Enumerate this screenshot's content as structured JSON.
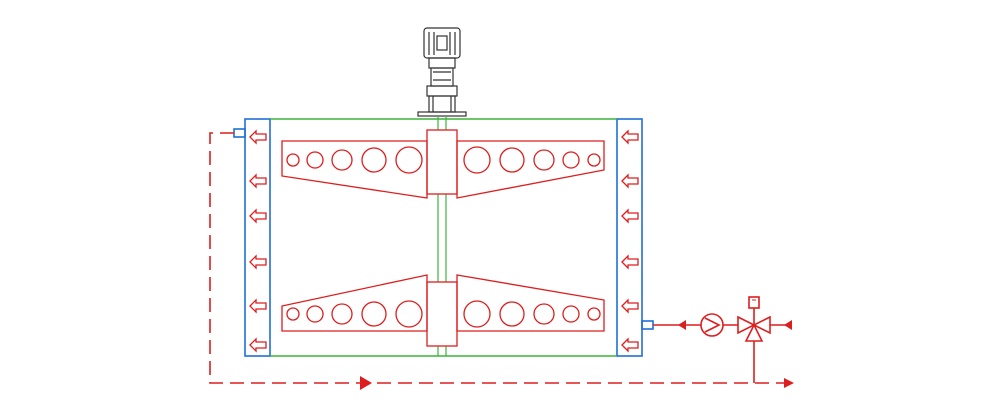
{
  "diagram": {
    "kind": "heated-agitated-tank-schematic",
    "colors": {
      "tank_outline": "#3cb43c",
      "jacket_outline": "#1e6fd9",
      "impeller": "#dd1e1e",
      "heating_circuit": "#dd1e1e",
      "motor": "#333333"
    },
    "components": {
      "motor": {
        "icon": "electric-motor-icon"
      },
      "shaft": {
        "icon": "agitator-shaft-icon"
      },
      "impellers": {
        "count": 2,
        "holes_per_blade": 5,
        "icon": "paddle-impeller-icon"
      },
      "jacket": {
        "arrows_per_side": 6,
        "flow_arrow_icon": "heat-flow-arrow-icon"
      },
      "pump": {
        "icon": "circulation-pump-icon"
      },
      "valve": {
        "icon": "three-way-control-valve-icon"
      },
      "return_line": {
        "style": "dashed",
        "icon": "flow-direction-arrow-icon"
      }
    }
  }
}
